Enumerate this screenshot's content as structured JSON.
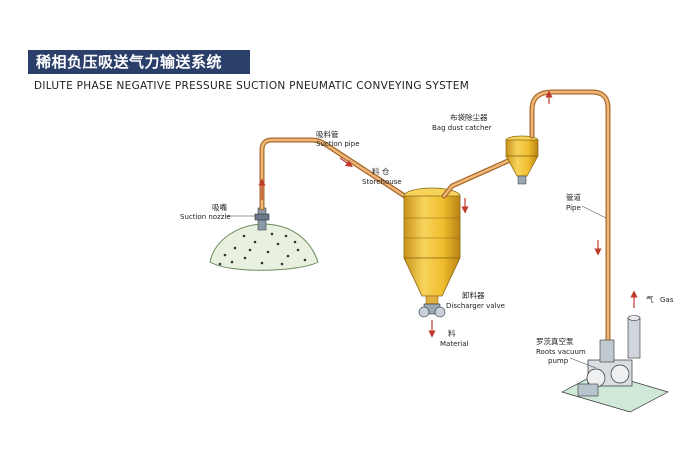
{
  "header": {
    "title_zh": "稀相负压吸送气力输送系统",
    "title_en": "DILUTE PHASE NEGATIVE PRESSURE SUCTION PNEUMATIC CONVEYING SYSTEM"
  },
  "components": {
    "suction_pipe": {
      "zh": "吸料管",
      "en": "Suction pipe"
    },
    "suction_nozzle": {
      "zh": "吸嘴",
      "en": "Suction nozzle"
    },
    "storehouse": {
      "zh": "料 仓",
      "en": "Storehouse"
    },
    "bag_dust_catcher": {
      "zh": "布袋除尘器",
      "en": "Bag dust catcher"
    },
    "pipe": {
      "zh": "管道",
      "en": "Pipe"
    },
    "discharger_valve": {
      "zh": "卸料器",
      "en": "Discharger valve"
    },
    "material": {
      "zh": "料",
      "en": "Material"
    },
    "gas": {
      "zh": "气",
      "en": "Gas"
    },
    "roots_vacuum_pump": {
      "zh": "罗茨真空泵",
      "en_line1": "Roots vacuum",
      "en_line2": "pump"
    }
  },
  "colors": {
    "title_bg": "#2b3f6b",
    "pipe": "#d89a4a",
    "vessel": "#f0c23a",
    "arrow": "#c0392b"
  }
}
